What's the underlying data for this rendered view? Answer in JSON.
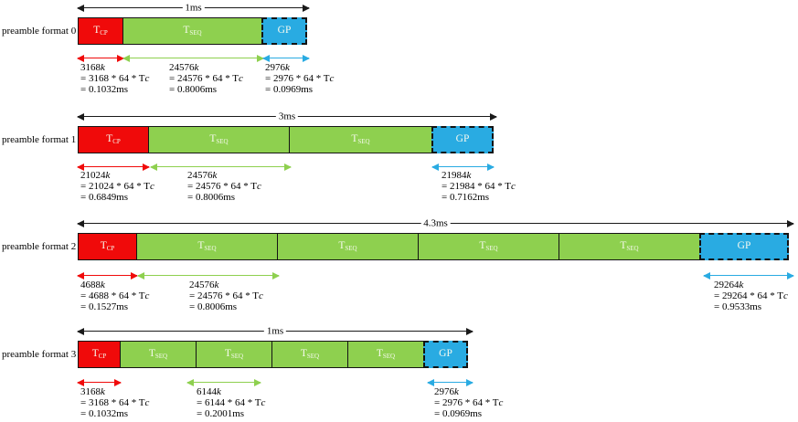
{
  "symbols": {
    "kappa": "k",
    "tc": "c"
  },
  "colors": {
    "tcp": "#f00a0a",
    "tseq": "#8ed04f",
    "gp": "#29abe2",
    "arrow": "#1a1a1a"
  },
  "rows": [
    {
      "label": "preamble format 0",
      "total": "1ms",
      "segments": [
        {
          "main": "T",
          "sub": "CP"
        },
        {
          "main": "T",
          "sub": "SEQ"
        },
        {
          "main": "GP",
          "sub": ""
        }
      ],
      "annotations": [
        {
          "value": "3168",
          "formula": "= 3168 * 64 * T",
          "result": "= 0.1032ms"
        },
        {
          "value": "24576",
          "formula": "= 24576 * 64 * T",
          "result": "= 0.8006ms"
        },
        {
          "value": "2976",
          "formula": "= 2976 * 64 * T",
          "result": "= 0.0969ms"
        }
      ]
    },
    {
      "label": "preamble format 1",
      "total": "3ms",
      "segments": [
        {
          "main": "T",
          "sub": "CP"
        },
        {
          "main": "T",
          "sub": "SEQ"
        },
        {
          "main": "T",
          "sub": "SEQ"
        },
        {
          "main": "GP",
          "sub": ""
        }
      ],
      "annotations": [
        {
          "value": "21024",
          "formula": "= 21024 * 64 * T",
          "result": "= 0.6849ms"
        },
        {
          "value": "24576",
          "formula": "= 24576 * 64 * T",
          "result": "= 0.8006ms"
        },
        {
          "value": "21984",
          "formula": "= 21984 * 64 * T",
          "result": "= 0.7162ms"
        }
      ]
    },
    {
      "label": "preamble format 2",
      "total": "4.3ms",
      "segments": [
        {
          "main": "T",
          "sub": "CP"
        },
        {
          "main": "T",
          "sub": "SEQ"
        },
        {
          "main": "T",
          "sub": "SEQ"
        },
        {
          "main": "T",
          "sub": "SEQ"
        },
        {
          "main": "T",
          "sub": "SEQ"
        },
        {
          "main": "GP",
          "sub": ""
        }
      ],
      "annotations": [
        {
          "value": "4688",
          "formula": "= 4688 * 64 * T",
          "result": "= 0.1527ms"
        },
        {
          "value": "24576",
          "formula": "= 24576 * 64 * T",
          "result": "= 0.8006ms"
        },
        {
          "value": "29264",
          "formula": "= 29264 * 64 * T",
          "result": "= 0.9533ms"
        }
      ]
    },
    {
      "label": "preamble format 3",
      "total": "1ms",
      "segments": [
        {
          "main": "T",
          "sub": "CP"
        },
        {
          "main": "T",
          "sub": "SEQ"
        },
        {
          "main": "T",
          "sub": "SEQ"
        },
        {
          "main": "T",
          "sub": "SEQ"
        },
        {
          "main": "T",
          "sub": "SEQ"
        },
        {
          "main": "GP",
          "sub": ""
        }
      ],
      "annotations": [
        {
          "value": "3168",
          "formula": "= 3168 * 64 * T",
          "result": "= 0.1032ms"
        },
        {
          "value": "6144",
          "formula": "= 6144 * 64 * T",
          "result": "= 0.2001ms"
        },
        {
          "value": "2976",
          "formula": "= 2976 * 64 * T",
          "result": "= 0.0969ms"
        }
      ]
    }
  ]
}
